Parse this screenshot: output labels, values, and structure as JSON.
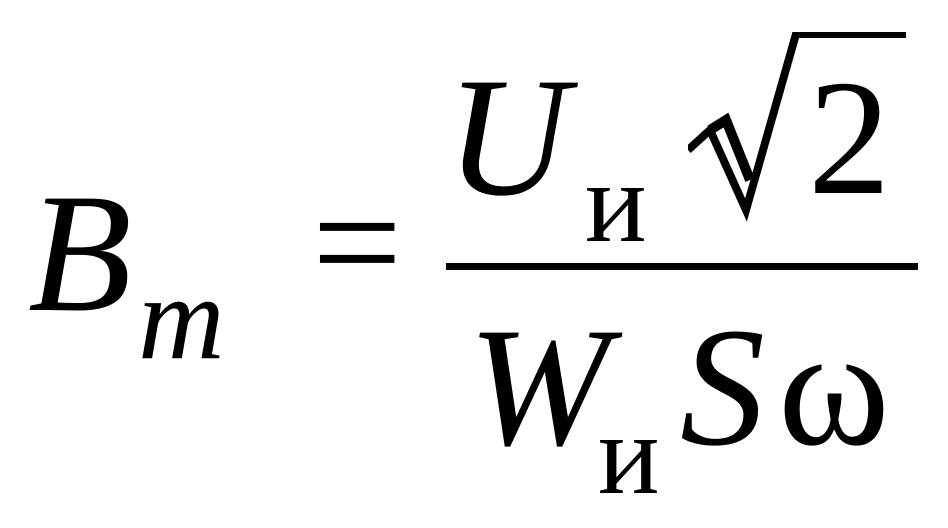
{
  "formula": {
    "lhs": {
      "symbol": "B",
      "subscript": "m"
    },
    "equals": "=",
    "numerator": {
      "symbol": "U",
      "subscript": "и",
      "radicand": "2"
    },
    "denominator": {
      "symbol": "W",
      "subscript": "и",
      "factor_s": "S",
      "factor_omega": "ω"
    }
  }
}
